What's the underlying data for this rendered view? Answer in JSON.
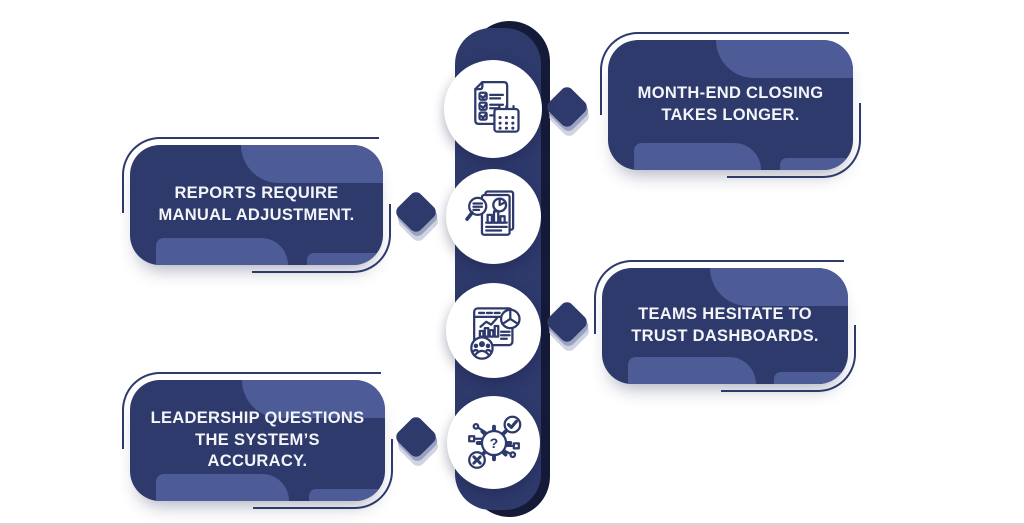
{
  "colors": {
    "navy": "#2e3a6c",
    "navy_light": "#4d5c97",
    "navy_dark": "#151a38",
    "diamond_echo_1": "#9aa2c0",
    "diamond_echo_2": "#d0d4e2",
    "circle_fill": "#ffffff",
    "text": "#f4f5f9",
    "background": "#ffffff"
  },
  "steps": [
    {
      "label": "MONTH-END CLOSING\nTAKES LONGER.",
      "side": "right",
      "icon": "checklist-calendar-icon"
    },
    {
      "label": "REPORTS REQUIRE\nMANUAL ADJUSTMENT.",
      "side": "left",
      "icon": "report-magnifier-icon"
    },
    {
      "label": "TEAMS HESITATE TO\nTRUST DASHBOARDS.",
      "side": "right",
      "icon": "dashboard-analytics-icon"
    },
    {
      "label": "LEADERSHIP QUESTIONS\nTHE SYSTEM’S\nACCURACY.",
      "side": "left",
      "icon": "gear-question-icon"
    }
  ],
  "icon_glyphs": {
    "gear_question_mark": "?"
  }
}
